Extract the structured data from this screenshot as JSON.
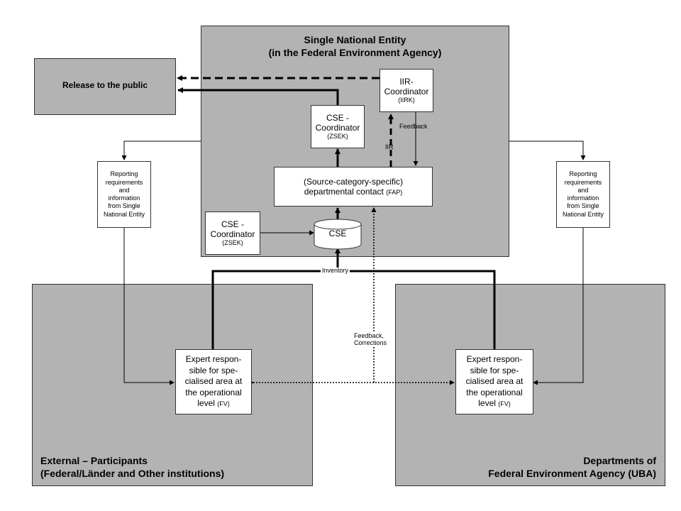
{
  "sne": {
    "title_line1": "Single National Entity",
    "title_line2": "(in the Federal Environment Agency)"
  },
  "release": {
    "label": "Release to the public"
  },
  "iir_coordinator": {
    "line1": "IIR-",
    "line2": "Coordinator",
    "line3": "(IIRK)"
  },
  "cse_coordinator_top": {
    "line1": "CSE -",
    "line2": "Coordinator",
    "line3": "(ZSEK)"
  },
  "cse_coordinator_left": {
    "line1": "CSE -",
    "line2": "Coordinator",
    "line3": "(ZSEK)"
  },
  "fap": {
    "line1": "(Source-category-specific)",
    "line2": "departmental contact",
    "line2_abbr": "(FAP)"
  },
  "cse_db": {
    "label": "CSE"
  },
  "reporting_left": {
    "lines": [
      "Reporting",
      "requirements",
      "and",
      "information",
      "from Single",
      "National Entity"
    ]
  },
  "reporting_right": {
    "lines": [
      "Reporting",
      "requirements",
      "and",
      "information",
      "from Single",
      "National Entity"
    ]
  },
  "external": {
    "line1": "External – Participants",
    "line2": "(Federal/Länder and Other institutions)"
  },
  "departments": {
    "line1": "Departments of",
    "line2": "Federal Environment Agency (UBA)"
  },
  "expert_left": {
    "lines": [
      "Expert respon-",
      "sible for spe-",
      "cialised area at",
      "the operational"
    ],
    "last": "level",
    "last_abbr": "(FV)"
  },
  "expert_right": {
    "lines": [
      "Expert respon-",
      "sible for spe-",
      "cialised area at",
      "the operational"
    ],
    "last": "level",
    "last_abbr": "(FV)"
  },
  "labels": {
    "feedback": "Feedback",
    "iir": "IIR",
    "inventory": "Inventory",
    "feedback_corrections_1": "Feedback,",
    "feedback_corrections_2": "Corrections"
  }
}
